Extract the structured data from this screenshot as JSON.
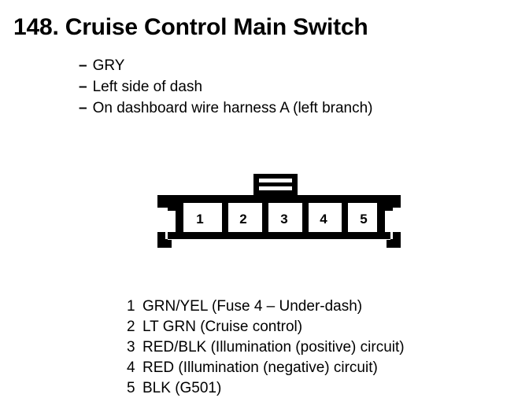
{
  "title": "148. Cruise Control Main Switch",
  "notes": {
    "dash": "–",
    "items": [
      "GRY",
      "Left side of dash",
      "On dashboard wire harness A (left branch)"
    ]
  },
  "connector": {
    "name": "5-pin connector diagram",
    "cavity_count": 5,
    "cavity_labels": [
      "1",
      "2",
      "3",
      "4",
      "5"
    ],
    "tab_position": "top-center",
    "tab_rib_count": 2,
    "line_color": "#000000",
    "fill_color": "#ffffff"
  },
  "pin_legend": [
    {
      "pin": "1",
      "description": "GRN/YEL (Fuse 4 – Under-dash)"
    },
    {
      "pin": "2",
      "description": "LT GRN (Cruise control)"
    },
    {
      "pin": "3",
      "description": "RED/BLK (Illumination (positive) circuit)"
    },
    {
      "pin": "4",
      "description": "RED (Illumination (negative) circuit)"
    },
    {
      "pin": "5",
      "description": "BLK (G501)"
    }
  ]
}
